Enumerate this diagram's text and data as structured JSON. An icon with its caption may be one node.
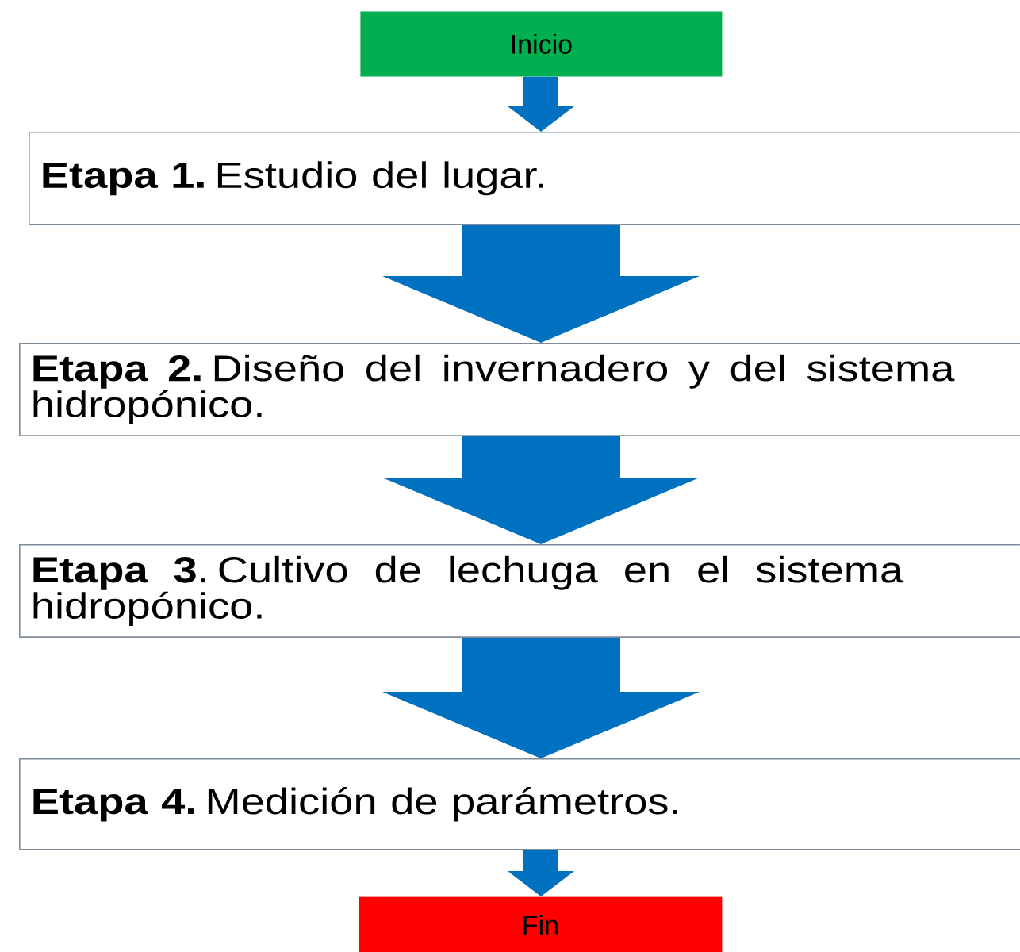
{
  "diagram": {
    "nodes": [
      {
        "text": [
          "Inicio"
        ]
      },
      {
        "text": [
          "**Etapa 1.** Estudio del lugar."
        ]
      },
      {
        "text": [
          "**Etapa 2.** Diseño del invernadero y del sistema hidropónico."
        ]
      },
      {
        "text": [
          "**Etapa 3**. Cultivo de lechuga en el sistema hidropónico."
        ]
      },
      {
        "text": [
          "**Etapa 4.** Medición de parámetros."
        ]
      },
      {
        "text": [
          "Fin"
        ]
      }
    ],
    "edges": [
      {
        "from": 0,
        "to": 1,
        "arrow": "to"
      },
      {
        "from": 1,
        "to": 2,
        "arrow": "to",
        "style": "thick"
      },
      {
        "from": 2,
        "to": 3,
        "arrow": "to",
        "style": "thick"
      },
      {
        "from": 3,
        "to": 4,
        "arrow": "to",
        "style": "thick"
      },
      {
        "from": 4,
        "to": 5,
        "arrow": "to"
      }
    ]
  }
}
